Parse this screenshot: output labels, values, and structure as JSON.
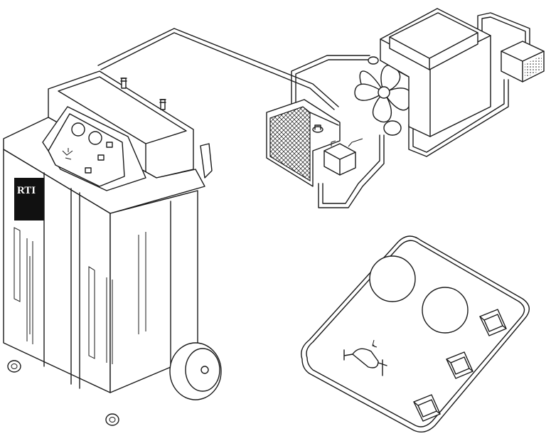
{
  "diagram": {
    "logo_text": "RTI",
    "colors": {
      "ink": "#1a1a1a",
      "paper": "#ffffff",
      "logo_bg": "#111111"
    },
    "components": [
      "service-machine-cart",
      "control-panel-inset",
      "radiator",
      "cooling-fan",
      "engine-block",
      "coolant-reservoir",
      "heater-core",
      "connecting-hoses"
    ]
  }
}
